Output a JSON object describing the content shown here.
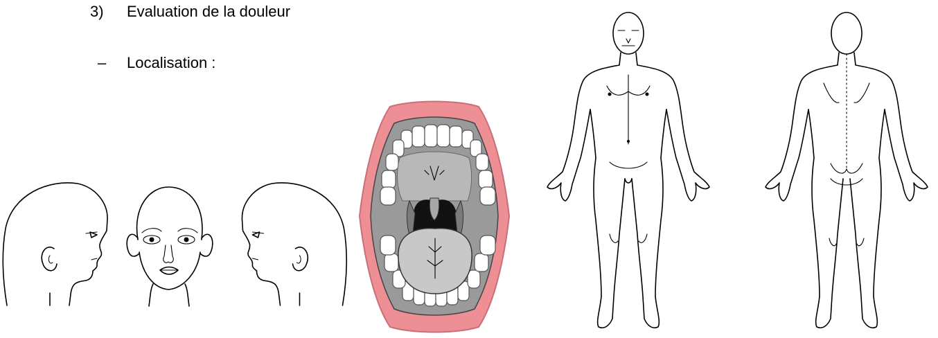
{
  "section": {
    "number": "3)",
    "title": "Evaluation de la douleur"
  },
  "item": {
    "marker": "–",
    "text": "Localisation :"
  },
  "illustrations": [
    "head-left-profile",
    "head-front",
    "head-right-profile",
    "open-mouth",
    "body-front",
    "body-back"
  ],
  "colors": {
    "lips": "#ee8f96",
    "mouth_interior": "#9a9a9a",
    "tongue": "#c8c8c8",
    "throat": "#111111"
  }
}
